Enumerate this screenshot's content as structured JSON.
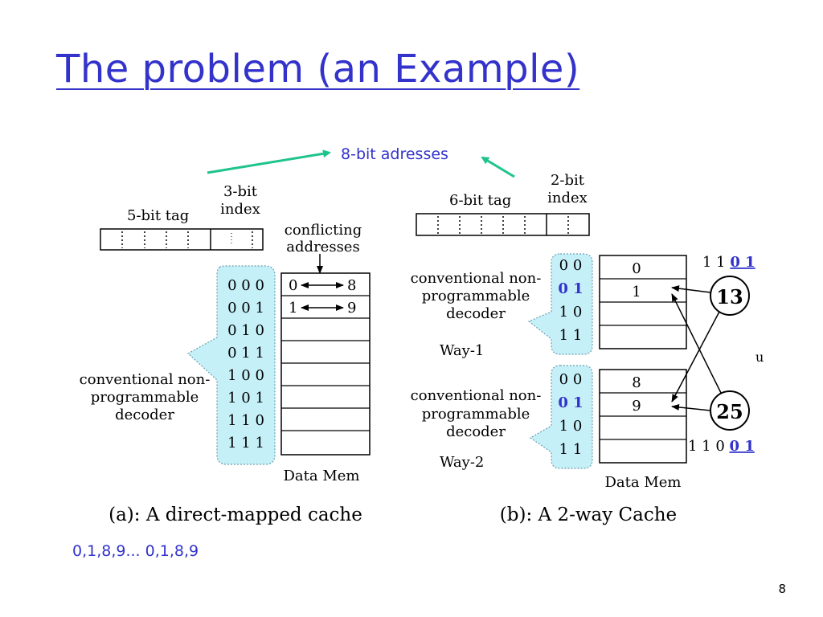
{
  "slide": {
    "title": "The problem (an Example)",
    "address_note": "8-bit adresses",
    "sequence_note": "0,1,8,9... 0,1,8,9",
    "page_number": "8"
  },
  "colors": {
    "title": "#3333cc",
    "arrow": "#1fc48c",
    "bubble": "#c6f0f8",
    "blue_text": "#3333cc"
  },
  "direct_mapped": {
    "tag_label": "5-bit tag",
    "index_label": [
      "3-bit",
      "index"
    ],
    "conflict_label": [
      "conflicting",
      "addresses"
    ],
    "decoder_label": [
      "conventional non-",
      "programmable",
      "decoder"
    ],
    "decoder_codes": [
      "0 0 0",
      "0 0 1",
      "0 1 0",
      "0 1 1",
      "1 0 0",
      "1 0 1",
      "1 1 0",
      "1 1 1"
    ],
    "row0": {
      "left": "0",
      "right": "8"
    },
    "row1": {
      "left": "1",
      "right": "9"
    },
    "mem_label": "Data Mem",
    "caption": "(a): A direct-mapped cache"
  },
  "two_way": {
    "tag_label": "6-bit tag",
    "index_label": [
      "2-bit",
      "index"
    ],
    "decoder_label": [
      "conventional non-",
      "programmable",
      "decoder"
    ],
    "way1_label": "Way-1",
    "way2_label": "Way-2",
    "way1_codes": [
      "0 0",
      "0 1",
      "1 0",
      "1 1"
    ],
    "way2_codes": [
      "0 0",
      "0 1",
      "1 0",
      "1 1"
    ],
    "way1_values": [
      "0",
      "1"
    ],
    "way2_values": [
      "8",
      "9"
    ],
    "addr13": {
      "prefix": "1 1 ",
      "suffix": "0 1",
      "value": "13"
    },
    "addr25": {
      "prefix": "1 1 0 ",
      "suffix": "0 1",
      "value": "25"
    },
    "mem_label": "Data Mem",
    "caption": "(b): A 2-way Cache",
    "edge_char": "u"
  }
}
